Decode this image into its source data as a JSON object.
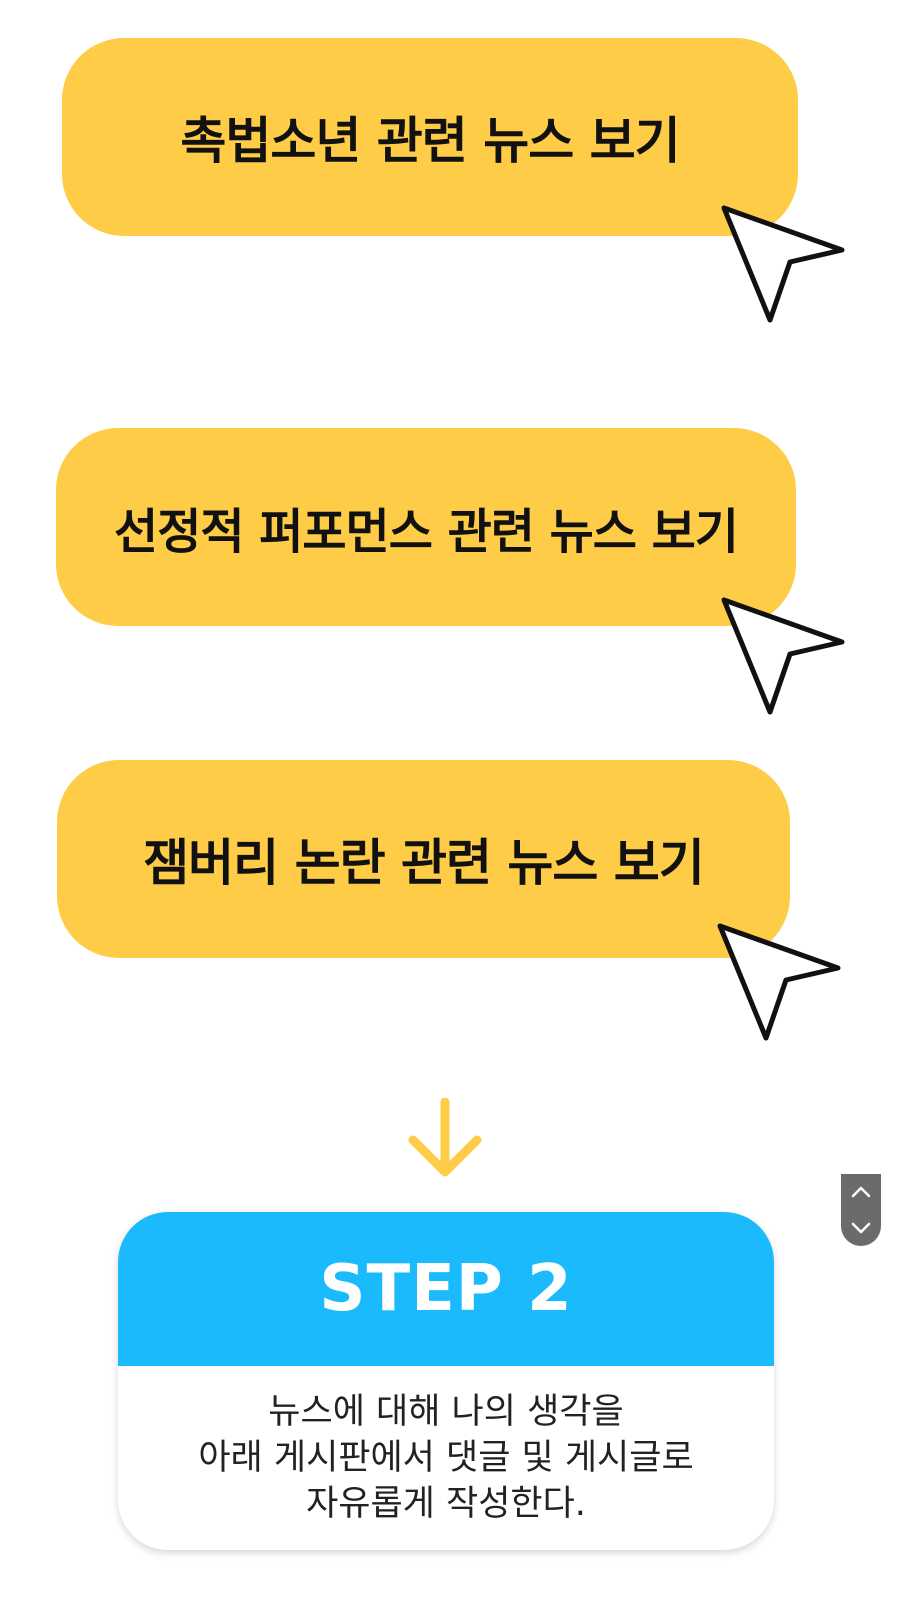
{
  "news_buttons": [
    {
      "label": "촉법소년 관련 뉴스 보기"
    },
    {
      "label": "선정적 퍼포먼스 관련 뉴스 보기"
    },
    {
      "label": "잼버리 논란 관련 뉴스 보기"
    }
  ],
  "icons": {
    "cursor": "cursor-pointer-icon",
    "down_arrow": "arrow-down-icon",
    "scroll_up": "chevron-up-icon",
    "scroll_down": "chevron-down-icon"
  },
  "step": {
    "title": "STEP 2",
    "lines": [
      "뉴스에 대해 나의 생각을",
      "아래 게시판에서 댓글 및 게시글로",
      "자유롭게 작성한다."
    ]
  },
  "colors": {
    "button_bg": "#FECC47",
    "step_header_bg": "#1ABAFD",
    "arrow": "#FECC47",
    "scroll_widget": "#6b6b6b"
  }
}
